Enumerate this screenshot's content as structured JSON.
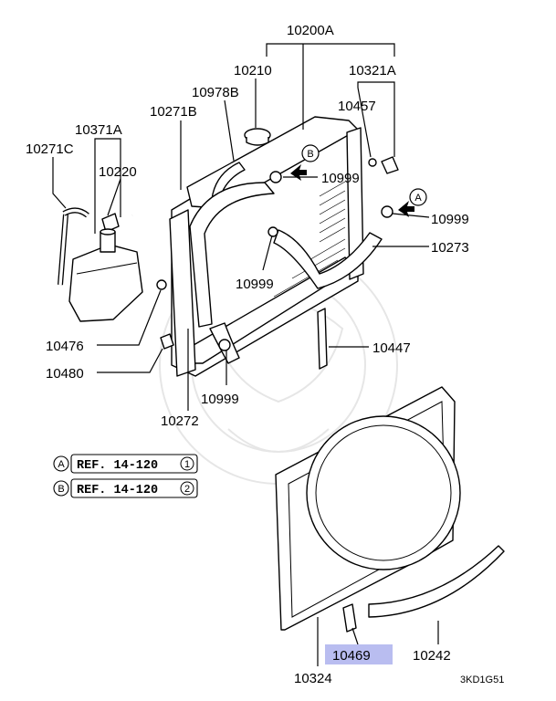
{
  "parts": {
    "p10200A": "10200A",
    "p10210": "10210",
    "p10321A": "10321A",
    "p10978B": "10978B",
    "p10457": "10457",
    "p10271B": "10271B",
    "p10371A": "10371A",
    "p10271C": "10271C",
    "p10220": "10220",
    "p10999_b": "10999",
    "p10999_a": "10999",
    "p10273": "10273",
    "p10999_mid": "10999",
    "p10476": "10476",
    "p10447": "10447",
    "p10480": "10480",
    "p10999_low": "10999",
    "p10272": "10272",
    "p10469": "10469",
    "p10242": "10242",
    "p10324": "10324"
  },
  "callouts": {
    "a": "A",
    "b": "B"
  },
  "refs": {
    "ref_a_letter": "A",
    "ref_a_text": "REF. 14-120",
    "ref_a_num": "1",
    "ref_b_letter": "B",
    "ref_b_text": "REF. 14-120",
    "ref_b_num": "2"
  },
  "diagram_code": "3KD1G51",
  "colors": {
    "highlight": "#b9bdf0",
    "ink": "#000000",
    "watermark": "#e6e6e6"
  }
}
